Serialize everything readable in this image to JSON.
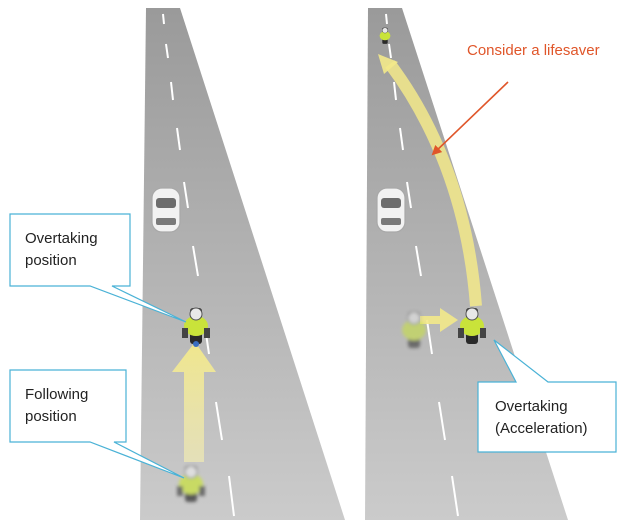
{
  "colors": {
    "road": "#c4c4c4",
    "road_far": "#9a9a9a",
    "lane_marking": "#ffffff",
    "arrow": "#f5ec9c",
    "callout_border": "#4ab2d6",
    "annotation_text": "#e0562a",
    "annotation_arrow": "#e0562a",
    "rider_vest": "#c9e33a",
    "car": "#f0f0f0"
  },
  "callouts": {
    "overtaking_position": "Overtaking\nposition",
    "following_position": "Following\nposition",
    "overtaking_acceleration": "Overtaking\n(Acceleration)"
  },
  "annotation": {
    "lifesaver": "Consider a lifesaver"
  },
  "icons": [
    "car-icon",
    "motorcycle-rider-icon",
    "direction-arrow-icon"
  ]
}
